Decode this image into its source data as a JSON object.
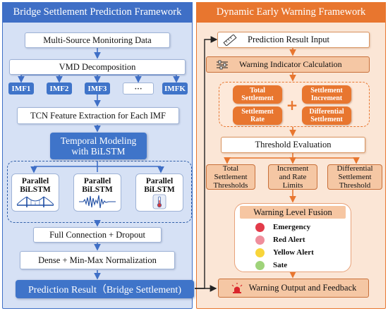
{
  "left": {
    "title": "Bridge Settlement Prediction Framework",
    "multi_source": "Multi-Source Monitoring Data",
    "vmd": "VMD Decomposition",
    "imfs": [
      "IMF1",
      "IMF2",
      "IMF3",
      "···",
      "IMFK"
    ],
    "tcn": "TCN Feature Extraction for Each IMF",
    "temporal_line1": "Temporal Modeling",
    "temporal_line2": "with BiLSTM",
    "parallel": [
      {
        "line1": "Parallel",
        "line2": "BiLSTM",
        "icon": "bridge-icon"
      },
      {
        "line1": "Parallel",
        "line2": "BiLSTM",
        "icon": "waveform-icon"
      },
      {
        "line1": "Parallel",
        "line2": "BiLSTM",
        "icon": "thermometer-icon"
      }
    ],
    "full_conn": "Full Connection + Dropout",
    "dense": "Dense + Min-Max Normalization",
    "prediction": "Prediction Result（Bridge Settlement)"
  },
  "right": {
    "title": "Dynamic Early Warning Framework",
    "pred_input": "Prediction Result Input",
    "warning_calc": "Warning Indicator Calculation",
    "indicators": [
      {
        "line1": "Total",
        "line2": "Settlement"
      },
      {
        "line1": "Settlement",
        "line2": "Increment"
      },
      {
        "line1": "Settlement",
        "line2": "Rate"
      },
      {
        "line1": "Differential",
        "line2": "Settlement"
      }
    ],
    "threshold_eval": "Threshold Evaluation",
    "thresholds": [
      {
        "line1": "Total",
        "line2": "Settlement",
        "line3": "Thresholds"
      },
      {
        "line1": "Increment",
        "line2": "and Rate",
        "line3": "Limits"
      },
      {
        "line1": "Differential",
        "line2": "Settlement",
        "line3": "Threshold"
      }
    ],
    "fusion_title": "Warning Level Fusion",
    "levels": [
      {
        "label": "Emergency",
        "color": "#e23b4a"
      },
      {
        "label": "Red Alert",
        "color": "#ef8e9c"
      },
      {
        "label": "Yellow Alert",
        "color": "#f8d53a"
      },
      {
        "label": "Sate",
        "color": "#9fd37a"
      }
    ],
    "warning_output": "Warning Output and Feedback"
  },
  "colors": {
    "blue_header": "#3f6fc6",
    "blue_panel": "#d6e1f5",
    "orange_header": "#e8762f",
    "orange_panel": "#fbe6d6"
  }
}
